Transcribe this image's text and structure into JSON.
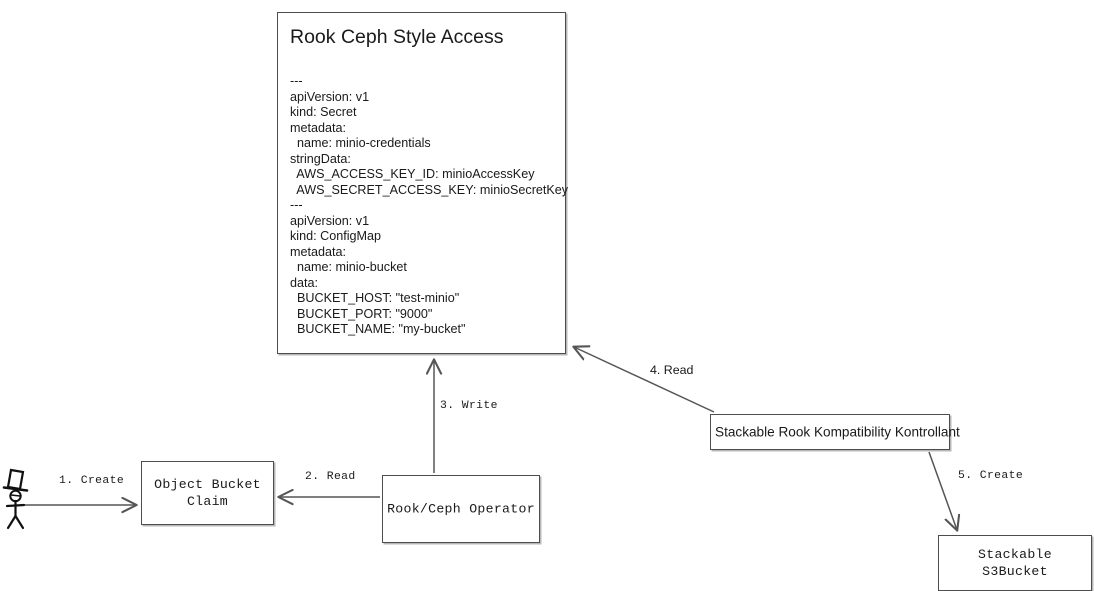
{
  "diagram": {
    "title": "Rook Ceph Style Access",
    "background_color": "#ffffff",
    "stroke_color": "#4d4d4d",
    "text_color": "#1a1a1a"
  },
  "yaml_panel": {
    "title": "Rook Ceph Style Access",
    "lines": [
      "---",
      "apiVersion: v1",
      "kind: Secret",
      "metadata:",
      "  name: minio-credentials",
      "stringData:",
      "  AWS_ACCESS_KEY_ID: minioAccessKey",
      "  AWS_SECRET_ACCESS_KEY: minioSecretKey",
      "---",
      "apiVersion: v1",
      "kind: ConfigMap",
      "metadata:",
      "  name: minio-bucket",
      "data:",
      "  BUCKET_HOST: \"test-minio\"",
      "  BUCKET_PORT: \"9000\"",
      "  BUCKET_NAME: \"my-bucket\""
    ]
  },
  "nodes": {
    "actor": {
      "name": "stick-figure-actor-with-top-hat"
    },
    "object_bucket_claim": {
      "label": "Object Bucket\nClaim"
    },
    "operator": {
      "label": "Rook/Ceph Operator"
    },
    "srkk": {
      "label": "Stackable Rook Kompatibility Kontrollant"
    },
    "s3bucket": {
      "label": "Stackable S3Bucket"
    }
  },
  "edges": [
    {
      "id": "e1",
      "label": "1. Create",
      "from": "actor",
      "to": "object_bucket_claim"
    },
    {
      "id": "e2",
      "label": "2. Read",
      "from": "operator",
      "to": "object_bucket_claim"
    },
    {
      "id": "e3",
      "label": "3. Write",
      "from": "operator",
      "to": "yaml_panel"
    },
    {
      "id": "e4",
      "label": "4. Read",
      "from": "srkk",
      "to": "yaml_panel"
    },
    {
      "id": "e5",
      "label": "5. Create",
      "from": "srkk",
      "to": "s3bucket"
    }
  ]
}
